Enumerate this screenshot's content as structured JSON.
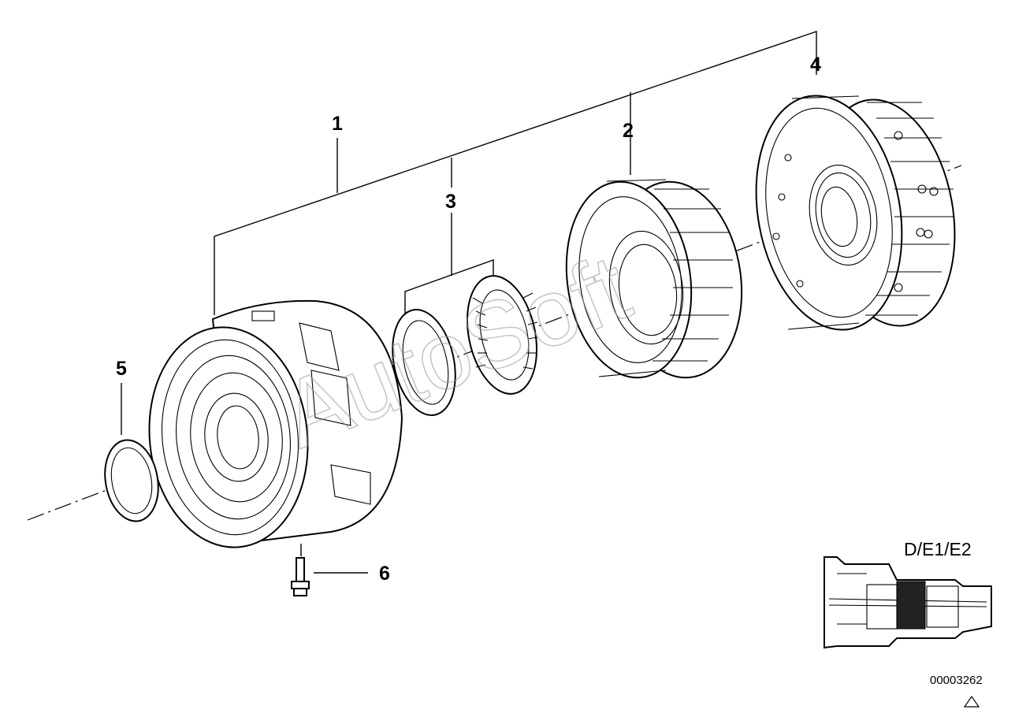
{
  "labels": {
    "p1": "1",
    "p2": "2",
    "p3": "3",
    "p4": "4",
    "p5": "5",
    "p6": "6"
  },
  "variant_code": "D/E1/E2",
  "document_number": "00003262",
  "watermark": "AutoSoft"
}
